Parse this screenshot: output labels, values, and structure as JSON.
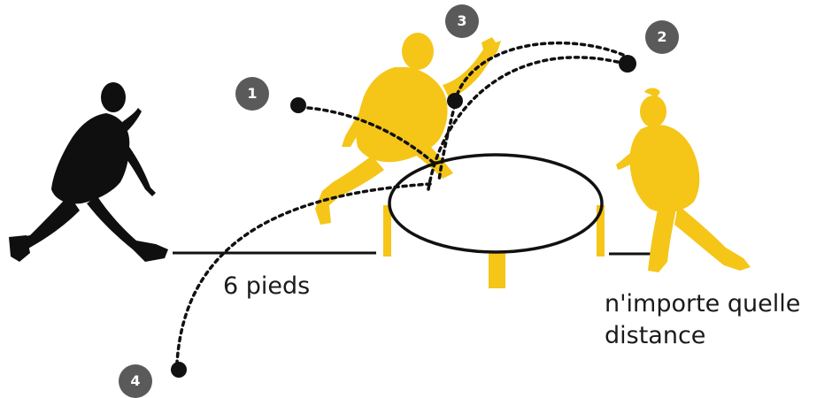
{
  "colors": {
    "player_dark": "#0f0f0f",
    "player_yellow": "#f5c518",
    "net_yellow": "#f5c518",
    "ball": "#111111",
    "badge_bg": "#5a5a5a",
    "badge_text": "#ffffff",
    "line": "#111111"
  },
  "markers": [
    {
      "label": "1"
    },
    {
      "label": "2"
    },
    {
      "label": "3"
    },
    {
      "label": "4"
    }
  ],
  "distance_labels": {
    "near": "6 pieds",
    "far_line1": "n'importe quelle",
    "far_line2": "distance"
  }
}
